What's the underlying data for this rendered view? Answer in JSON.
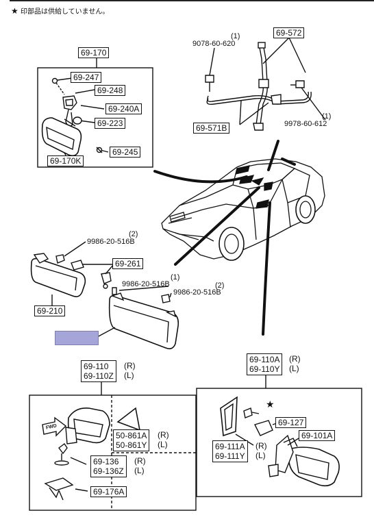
{
  "header": {
    "note_star": "★",
    "note_text": "印部品は供給していません。"
  },
  "callouts": {
    "p69_170": "69-170",
    "p69_247": "69-247",
    "p69_248": "69-248",
    "p69_240A": "69-240A",
    "p69_223": "69-223",
    "p69_245": "69-245",
    "p69_170K": "69-170K",
    "p69_572": "69-572",
    "p69_571B": "69-571B",
    "p69_261": "69-261",
    "p69_210": "69-210",
    "p69_127": "69-127",
    "p69_101A": "69-101A",
    "p69_176A": "69-176A"
  },
  "bolts": {
    "b9078_qty": "(1)",
    "b9078": "9078-60-620",
    "b9978_qty": "(1)",
    "b9978": "9978-60-612",
    "b9986a_qty": "(2)",
    "b9986a": "9986-20-516B",
    "b9986b_qty": "(1)",
    "b9986b": "9986-20-516B",
    "b9986c_qty": "(2)",
    "b9986c": "9986-20-516B"
  },
  "pairs": {
    "mirror_left": {
      "r": "69-110",
      "l": "69-110Z",
      "r_sfx": "(R)",
      "l_sfx": "(L)"
    },
    "mirror_right": {
      "r": "69-110A",
      "l": "69-110Y",
      "r_sfx": "(R)",
      "l_sfx": "(L)"
    },
    "garnish_left": {
      "r": "50-861A",
      "l": "50-861Y",
      "r_sfx": "(R)",
      "l_sfx": "(L)"
    },
    "screw_left": {
      "r": "69-136",
      "l": "69-136Z",
      "r_sfx": "(R)",
      "l_sfx": "(L)"
    },
    "garnish_right": {
      "r": "69-111A",
      "l": "69-111Y",
      "r_sfx": "(R)",
      "l_sfx": "(L)"
    }
  },
  "labels": {
    "fwd": "FWD",
    "star_mark": "★"
  }
}
